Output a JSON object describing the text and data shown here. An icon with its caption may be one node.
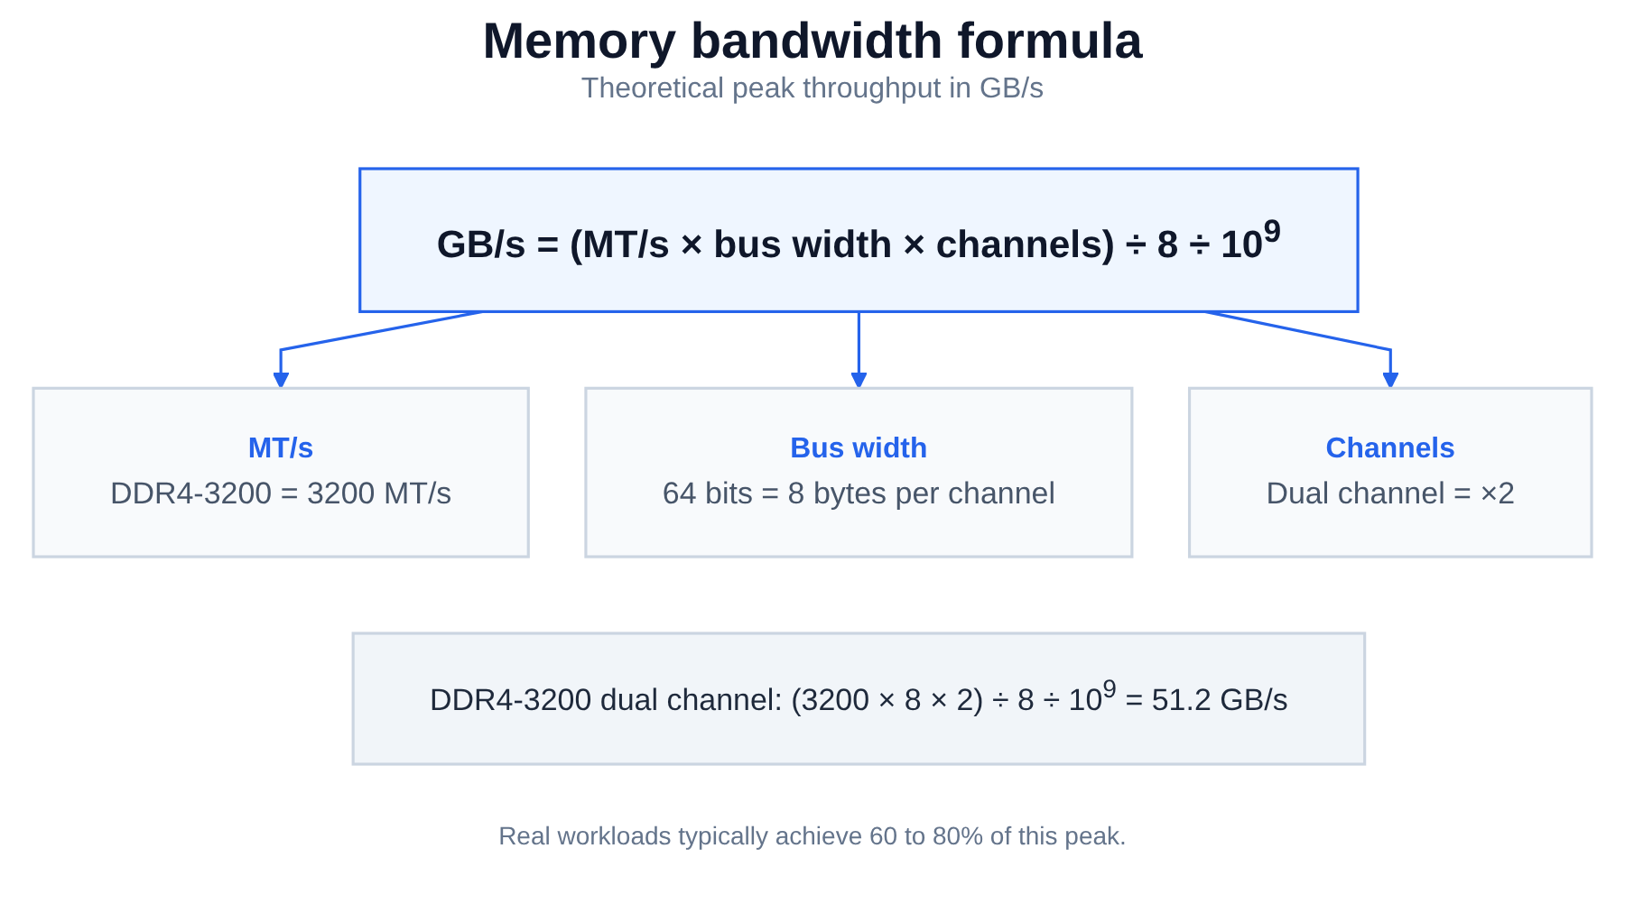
{
  "diagram": {
    "title": "Memory bandwidth formula",
    "nodes": [
      {
        "text": [
          "GB/s = (MT/s × bus width × channels) ÷ 8 ÷ 10$^{9}$"
        ]
      },
      {
        "text": [
          "MT/s",
          "DDR4-3200 = 3200 MT/s"
        ]
      },
      {
        "text": [
          "Bus width",
          "64 bits = 8 bytes per channel"
        ]
      },
      {
        "text": [
          "Channels",
          "Dual channel = ×2"
        ]
      },
      {
        "text": [
          "DDR4-3200 dual channel: (3200 × 8 × 2) ÷ 8 ÷ 10$^{9}$ = 51.2 GB/s"
        ]
      }
    ],
    "edges": [
      {
        "from": 0,
        "to": 1,
        "arrow": "to"
      },
      {
        "from": 0,
        "to": 2,
        "arrow": "to"
      },
      {
        "from": 0,
        "to": 3,
        "arrow": "to"
      }
    ],
    "labels": [
      "Theoretical peak throughput in GB/s"
    ],
    "caption": "Real workloads typically achieve 60 to 80% of this peak."
  }
}
